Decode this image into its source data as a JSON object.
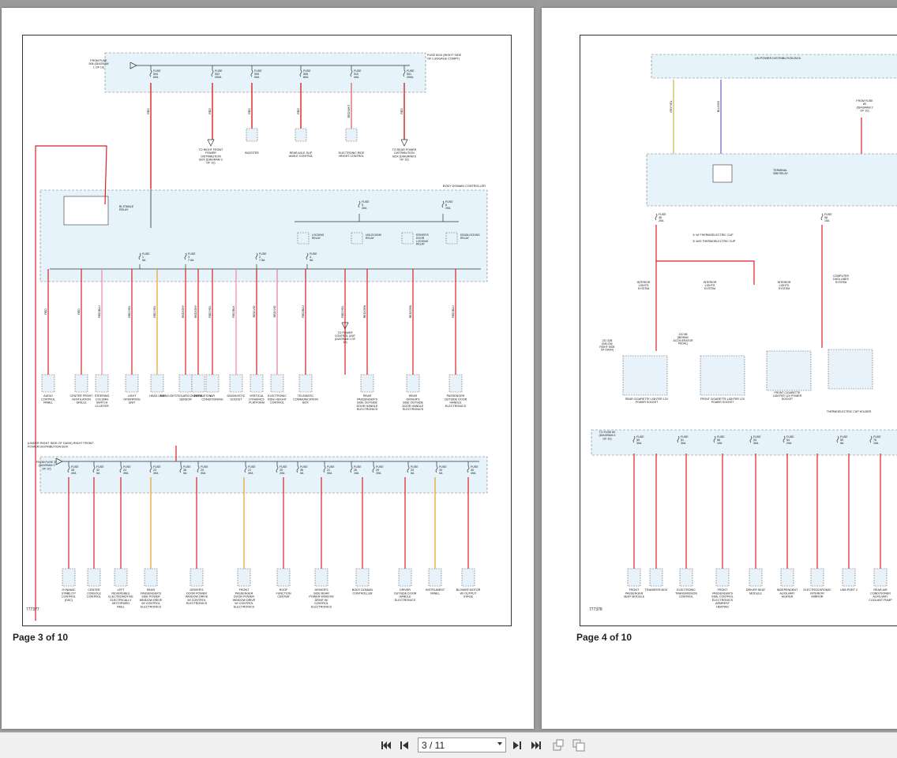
{
  "viewer": {
    "pages": [
      {
        "label": "Page 3 of 10",
        "diagram_id": "777377",
        "fuse_box_label": "FUSE BOX (RIGHT SIDE OF LUGGAGE COMPT)",
        "from_fuse_top": "FROM FUSE 508 (DIAGRAM 1 OF 10)",
        "top_fuses": [
          {
            "name": "FUSE 504",
            "amp": "60A",
            "wire": "RED"
          },
          {
            "name": "FUSE 502",
            "amp": "250A",
            "wire": "RED"
          },
          {
            "name": "FUSE 505",
            "amp": "50A",
            "wire": "RED"
          },
          {
            "name": "FUSE 506",
            "amp": "80A",
            "wire": "RED"
          },
          {
            "name": "FUSE 510",
            "amp": "40A",
            "wire": "RED/WHT"
          },
          {
            "name": "FUSE 501",
            "amp": "250A",
            "wire": "RED"
          }
        ],
        "top_loads": [
          "TO RIGHT FRONT POWER DISTRIBUTION BOX (DIAGRAM 3 OF 10)",
          "BOOSTER",
          "REAR AXLE SLIP ANGLE CONTROL",
          "ELECTRONIC RIDE HEIGHT CONTROL",
          "TO REAR POWER DISTRIBUTION BOX (DIAGRAM 6 OF 10)"
        ],
        "body_domain_label": "BODY DOMAIN CONTROLLER",
        "bistable_relay": "BI-STABLE RELAY",
        "bdc_fuses": [
          {
            "name": "FUSE 5",
            "amp": "30A"
          },
          {
            "name": "FUSE 6",
            "amp": "20A"
          },
          {
            "name": "FUSE 1",
            "amp": "5A"
          },
          {
            "name": "FUSE 3",
            "amp": "7.5A"
          },
          {
            "name": "FUSE 2",
            "amp": "7.5A"
          },
          {
            "name": "FUSE 4",
            "amp": "5A"
          }
        ],
        "relays": [
          "LOCKING RELAY",
          "UNLOCKING RELAY",
          "DRIVER'S DOOR LOCKING RELAY",
          "DEADLOCKING RELAY"
        ],
        "mid_loads": [
          "AUDIO CONTROL PANEL",
          "CENTER FRONT VENTILATION GRILLE",
          "STEERING COLUMN SWITCH CLUSTER",
          "LIGHT OPERATING UNIT",
          "HEAD UNIT",
          "RAIN/LIGHT/SOLAR/CONDENSATION SENSOR",
          "HKFM",
          "AIR CONDITIONING",
          "DIAGNOSTIC SOCKET",
          "VERTICAL DYNAMICS PLATFORM",
          "ELECTRONIC RIDE HEIGHT CONTROL",
          "TELEMATIC COMMUNICATION BOX",
          "TO POWER CONTROL UNIT (DIAGRAM 1 OF 10)",
          "REAR PASSENGER'S SIDE OUTSIDE DOOR HANDLE ELECTRONICS",
          "REAR DRIVER'S SIDE OUTSIDE DOOR HANDLE ELECTRONICS",
          "PASSENGER OUTSIDE DOOR HANDLE ELECTRONICS"
        ],
        "rfpd_label": "(UNDER RIGHT SIDE OF DASH) RIGHT FRONT POWER DISTRIBUTION BOX",
        "from_fuse_rfpd": "FROM FUSE 37 (DIAGRAM 3 OF 10)",
        "bottom_fuses": [
          {
            "name": "FUSE 28",
            "amp": "40A"
          },
          {
            "name": "FUSE 32",
            "amp": "5A"
          },
          {
            "name": "FUSE 24",
            "amp": "30A"
          },
          {
            "name": "FUSE 23",
            "amp": "30A"
          },
          {
            "name": "FUSE 38",
            "amp": "5A"
          },
          {
            "name": "FUSE 20",
            "amp": "30A"
          },
          {
            "name": "FUSE 21",
            "amp": "30A"
          },
          {
            "name": "FUSE 25",
            "amp": "20A"
          },
          {
            "name": "FUSE 36",
            "amp": "5A"
          },
          {
            "name": "FUSE 22",
            "amp": "30A"
          },
          {
            "name": "FUSE 26",
            "amp": "15A"
          },
          {
            "name": "FUSE 29",
            "amp": "20A"
          },
          {
            "name": "FUSE 33",
            "amp": "5A"
          },
          {
            "name": "FUSE 34",
            "amp": "5A"
          },
          {
            "name": "FUSE 40",
            "amp": "40A"
          }
        ],
        "bottom_loads": [
          "DYNAMIC STABILITY CONTROL (DSC)",
          "CENTER CONSOLE CONTROL",
          "LEFT REVERSIBLE ELECTROMOTIVE ELECTRICALLY MOTORIZED REEL",
          "REAR PASSENGER'S SIDE POWER WINDOW DRIVE W/ CONTROL ELECTRONICS",
          "DRIVER'S DOOR POWER WINDOW DRIVE W/ CONTROL ELECTRONICS",
          "FRONT PASSENGER DOOR POWER WINDOW DRIVE W/ CONTROL ELECTRONICS",
          "ROOF FUNCTION CENTER",
          "DRIVER'S SIDE REAR POWER WINDOW DRIVE W/ CONTROL ELECTRONICS",
          "BODY DOMAIN CONTROLLER",
          "DRIVER OUTSIDE DOOR HANDLE ELECTRONICS",
          "INSTRUMENT PANEL",
          "BLOWER MOTOR W/ OUTPUT STAGE"
        ]
      },
      {
        "label": "Page 4 of 10",
        "diagram_id": "777378",
        "lin_box_label": "LIN POWER DISTRIBUTION BOX",
        "from_fuse": "FROM FUSE 80 (DIAGRAM 2 OF 10)",
        "terminal_relay": "TERMINAL 30B RELAY",
        "top_fuses": [
          {
            "name": "FUSE 46",
            "amp": "25A"
          },
          {
            "name": "FUSE 58",
            "amp": "15A"
          }
        ],
        "legend": [
          "W/ THERMOELECTRIC CUP",
          "W/O THERMOELECTRIC CUP"
        ],
        "mid_loads": [
          "INTERIOR LIGHTS SYSTEM",
          "INTERIOR LIGHTS SYSTEM",
          "INTERIOR LIGHTS SYSTEM",
          "COMPUTER DATA LINES SYSTEM",
          "Z10 32B (BELOW RIGHT SIDE OF DASH)",
          "Z10 5B (BEHIND ACCELERATOR PEDAL)",
          "REAR CIGARETTE LIGHTER 12V POWER SOCKET",
          "FRONT CIGARETTE LIGHTER 12V POWER SOCKET",
          "FRONT CIGARETTE LIGHTER 12V POWER SOCKET",
          "THERMOELECTRIC CUP HOLDER"
        ],
        "to_fuse_left": "TO FUSE 60 (DIAGRAM 4 OF 10)",
        "bottom_fuses": [
          {
            "name": "FUSE 55",
            "amp": "30A"
          },
          {
            "name": "FUSE 51",
            "amp": "30A"
          },
          {
            "name": "FUSE 56",
            "amp": "10A"
          },
          {
            "name": "FUSE 53",
            "amp": "30A"
          },
          {
            "name": "FUSE 54",
            "amp": "20A"
          },
          {
            "name": "FUSE 59",
            "amp": "5A"
          },
          {
            "name": "FUSE 76",
            "amp": "15A"
          }
        ],
        "bottom_loads": [
          "FRONT PASSENGER SEAT MODULE",
          "TRANSFER BOX",
          "ELECTRONIC TRANSMISSION CONTROL",
          "FRONT PASSENGER'S SIDE CONTROL ELECTRONICS ARMREST HEATING",
          "DRIVER SEAT MODULE",
          "INDEPENDENT AUXILIARY HEATER",
          "ELECTROCHROMIC INTERIOR MIRROR",
          "USB PORT 2",
          "REAR AIR CONDITIONER AUXILIARY COOLANT PUMP"
        ]
      }
    ]
  },
  "toolbar": {
    "page_input": "3 / 11",
    "icons": [
      "first-page-icon",
      "prev-page-icon",
      "next-page-icon",
      "last-page-icon",
      "rotate-icon",
      "fit-icon"
    ]
  }
}
